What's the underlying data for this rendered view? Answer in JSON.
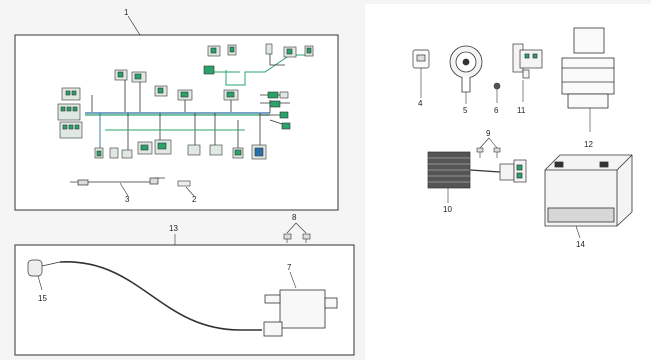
{
  "diagram": {
    "callouts": {
      "c1": "1",
      "c2": "2",
      "c3": "3",
      "c4": "4",
      "c5": "5",
      "c6": "6",
      "c7": "7",
      "c8": "8",
      "c9": "9",
      "c10": "10",
      "c11": "11",
      "c12": "12",
      "c13": "13",
      "c14": "14",
      "c15": "15"
    },
    "colors": {
      "wire_green": "#2aa36b",
      "wire_blue": "#2b6fa8",
      "line": "#222222"
    }
  }
}
